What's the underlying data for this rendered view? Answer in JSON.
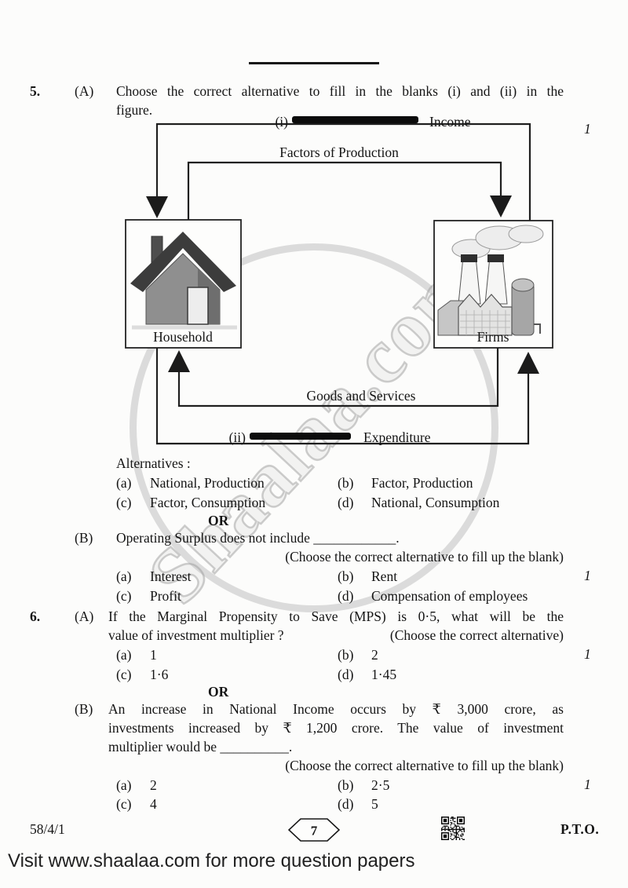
{
  "colors": {
    "ink": "#1a1a1a",
    "watermark_gray": "#c9c9c9"
  },
  "watermark": {
    "text": "Shaalaa.com"
  },
  "q5": {
    "number": "5.",
    "part_a": {
      "label": "(A)",
      "line1": "Choose the correct alternative to fill in the blanks (i) and (ii) in the",
      "line2": "figure.",
      "marks": "1"
    },
    "diagram": {
      "blank_i_label": "(i)",
      "income_label": "Income",
      "factors_label": "Factors of Production",
      "household_label": "Household",
      "firms_label": "Firms",
      "goods_label": "Goods and Services",
      "blank_ii_label": "(ii)",
      "expenditure_label": "Expenditure"
    },
    "alternatives_heading": "Alternatives :",
    "options": [
      {
        "letter": "(a)",
        "text": "National, Production"
      },
      {
        "letter": "(b)",
        "text": "Factor, Production"
      },
      {
        "letter": "(c)",
        "text": "Factor, Consumption"
      },
      {
        "letter": "(d)",
        "text": "National, Consumption"
      }
    ],
    "or_label": "OR",
    "part_b": {
      "label": "(B)",
      "question": "Operating Surplus does not include ____________.",
      "instruction": "(Choose the correct alternative to fill up the blank)",
      "marks": "1",
      "options": [
        {
          "letter": "(a)",
          "text": "Interest"
        },
        {
          "letter": "(b)",
          "text": "Rent"
        },
        {
          "letter": "(c)",
          "text": "Profit"
        },
        {
          "letter": "(d)",
          "text": "Compensation of employees"
        }
      ]
    }
  },
  "q6": {
    "number": "6.",
    "part_a": {
      "label": "(A)",
      "line1": "If the Marginal Propensity to Save (MPS) is 0·5, what will be the",
      "line2_left": "value of investment multiplier ?",
      "line2_right": "(Choose the correct alternative)",
      "marks": "1",
      "options": [
        {
          "letter": "(a)",
          "text": "1"
        },
        {
          "letter": "(b)",
          "text": "2"
        },
        {
          "letter": "(c)",
          "text": "1·6"
        },
        {
          "letter": "(d)",
          "text": "1·45"
        }
      ]
    },
    "or_label": "OR",
    "part_b": {
      "label": "(B)",
      "line1": "An increase in National Income occurs by ₹ 3,000 crore, as",
      "line2": "investments increased by ₹ 1,200 crore. The value of investment",
      "line3": "multiplier would be __________.",
      "instruction": "(Choose the correct alternative to fill up the blank)",
      "marks": "1",
      "options": [
        {
          "letter": "(a)",
          "text": "2"
        },
        {
          "letter": "(b)",
          "text": "2·5"
        },
        {
          "letter": "(c)",
          "text": "4"
        },
        {
          "letter": "(d)",
          "text": "5"
        }
      ]
    }
  },
  "footer": {
    "paper_code": "58/4/1",
    "page_number": "7",
    "pto": "P.T.O."
  },
  "banner": {
    "text": "Visit www.shaalaa.com for more question papers"
  }
}
